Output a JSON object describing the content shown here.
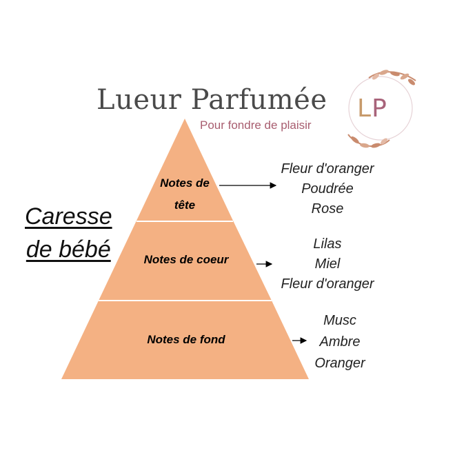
{
  "brand": {
    "name": "Lueur Parfumée",
    "tagline": "Pour fondre de plaisir",
    "logo_letters": {
      "first": "L",
      "second": "P"
    }
  },
  "product": {
    "title_line1": "Caresse",
    "title_line2": "de bébé"
  },
  "colors": {
    "pyramid_fill": "#f4b183",
    "pyramid_divider": "#ffffff",
    "brand_text": "#4a4a4a",
    "tagline": "#a85d6f",
    "logo_floral": "#c98b6e"
  },
  "pyramid": {
    "tiers": [
      {
        "label_line1": "Notes de",
        "label_line2": "tête",
        "notes": [
          "Fleur d'oranger",
          "Poudrée",
          "Rose"
        ]
      },
      {
        "label": "Notes de coeur",
        "notes": [
          "Lilas",
          "Miel",
          "Fleur d'oranger"
        ]
      },
      {
        "label": "Notes de fond",
        "notes": [
          "Musc",
          "Ambre",
          "Oranger"
        ]
      }
    ]
  }
}
